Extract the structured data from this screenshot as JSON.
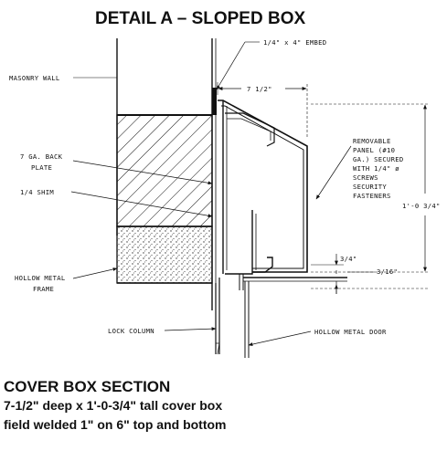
{
  "title": "DETAIL A – SLOPED BOX",
  "labels": {
    "embed": "1/4\" x 4\" EMBED",
    "masonry_wall": "MASONRY WALL",
    "dim_depth": "7 1/2\"",
    "back_plate_l1": "7 GA. BACK",
    "back_plate_l2": "PLATE",
    "shim": "1/4 SHIM",
    "hollow_metal_frame_l1": "HOLLOW METAL",
    "hollow_metal_frame_l2": "FRAME",
    "panel_l1": "REMOVABLE",
    "panel_l2": "PANEL (#10",
    "panel_l3": "GA.) SECURED",
    "panel_l4": "WITH 1/4\" ø",
    "panel_l5": "SCREWS",
    "panel_l6": "SECURITY",
    "panel_l7": "FASTENERS",
    "dim_height": "1'-0 3/4\"",
    "dim_three_quarter": "3/4\"",
    "dim_three_sixteenth": "3/16\"",
    "lock_column": "LOCK COLUMN",
    "hollow_metal_door": "HOLLOW METAL DOOR"
  },
  "caption": {
    "heading": "COVER BOX SECTION",
    "line1": "7-1/2\" deep x 1'-0-3/4\" tall cover box",
    "line2": "field welded 1\" on 6\" top and bottom"
  }
}
